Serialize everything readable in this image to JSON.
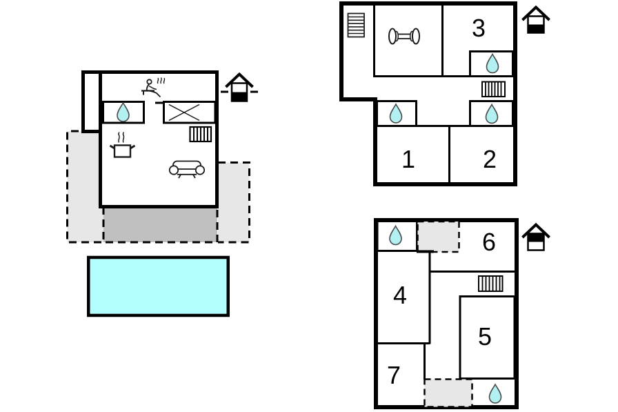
{
  "colors": {
    "background": "#ffffff",
    "wall": "#000000",
    "water": "#b3f0f2",
    "pool": "#b3ffff",
    "terrace_light": "#e7e7e7",
    "terrace_dark": "#c0c0c0"
  },
  "floor_plans": {
    "annex_ground": {
      "room_numbers": [],
      "icons": [
        "house-level-indicator-ground-dashed",
        "sauna",
        "water-drop",
        "x-fixture",
        "radiator",
        "cooking-pot",
        "sofa"
      ],
      "outdoor": [
        "terrace-left",
        "terrace-right",
        "patio-dark",
        "swimming-pool"
      ]
    },
    "ground_floor": {
      "room_numbers": [
        "1",
        "2",
        "3"
      ],
      "icons": [
        "house-level-indicator-ground",
        "stairs",
        "dumbbell",
        "radiator",
        "water-drop",
        "water-drop",
        "water-drop"
      ]
    },
    "upper_floor": {
      "room_numbers": [
        "4",
        "5",
        "6",
        "7"
      ],
      "icons": [
        "house-level-indicator-upper",
        "radiator",
        "water-drop",
        "water-drop",
        "dashed-void",
        "dashed-void"
      ]
    }
  }
}
